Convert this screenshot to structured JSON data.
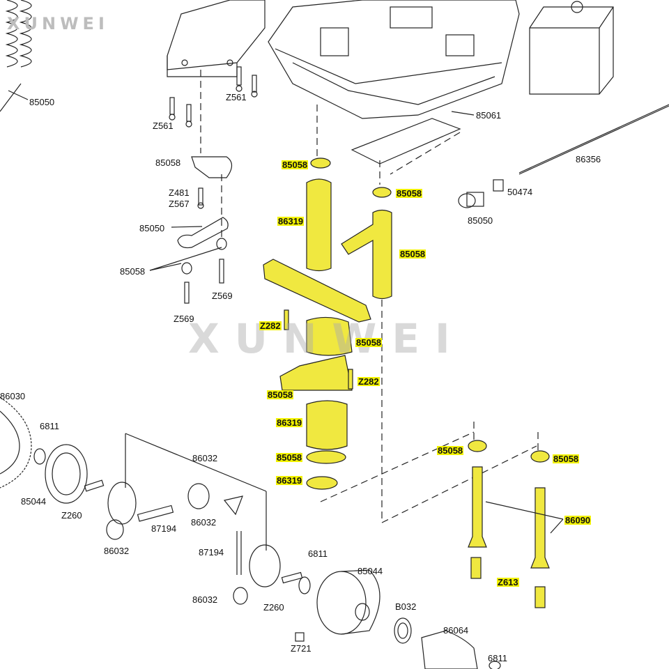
{
  "brand": {
    "logo_text": "XUNWEI",
    "watermark_text": "XUNWEI"
  },
  "colors": {
    "highlight": "#f2f200",
    "part_fill": "#f0e840",
    "line": "#222222"
  },
  "parts": [
    {
      "id": "p1",
      "text": "85050",
      "hl": false
    },
    {
      "id": "p2",
      "text": "Z561",
      "hl": false
    },
    {
      "id": "p3",
      "text": "Z561",
      "hl": false
    },
    {
      "id": "p4",
      "text": "85061",
      "hl": false
    },
    {
      "id": "p5",
      "text": "85058",
      "hl": false
    },
    {
      "id": "p6",
      "text": "Z481",
      "hl": false
    },
    {
      "id": "p7",
      "text": "Z567",
      "hl": false
    },
    {
      "id": "p8",
      "text": "85050",
      "hl": false
    },
    {
      "id": "p9",
      "text": "85058",
      "hl": false
    },
    {
      "id": "p10",
      "text": "Z569",
      "hl": false
    },
    {
      "id": "p11",
      "text": "Z569",
      "hl": false
    },
    {
      "id": "p12",
      "text": "85058",
      "hl": true
    },
    {
      "id": "p13",
      "text": "85058",
      "hl": true
    },
    {
      "id": "p14",
      "text": "86319",
      "hl": true
    },
    {
      "id": "p15",
      "text": "85058",
      "hl": true
    },
    {
      "id": "p16",
      "text": "Z282",
      "hl": true
    },
    {
      "id": "p17",
      "text": "85058",
      "hl": true
    },
    {
      "id": "p18",
      "text": "Z282",
      "hl": true
    },
    {
      "id": "p19",
      "text": "85058",
      "hl": true
    },
    {
      "id": "p20",
      "text": "86319",
      "hl": true
    },
    {
      "id": "p21",
      "text": "85058",
      "hl": true
    },
    {
      "id": "p22",
      "text": "86319",
      "hl": true
    },
    {
      "id": "p23",
      "text": "86356",
      "hl": false
    },
    {
      "id": "p24",
      "text": "50474",
      "hl": false
    },
    {
      "id": "p25",
      "text": "85050",
      "hl": false
    },
    {
      "id": "p26",
      "text": "86030",
      "hl": false
    },
    {
      "id": "p27",
      "text": "6811",
      "hl": false
    },
    {
      "id": "p28",
      "text": "86032",
      "hl": false
    },
    {
      "id": "p29",
      "text": "85044",
      "hl": false
    },
    {
      "id": "p30",
      "text": "Z260",
      "hl": false
    },
    {
      "id": "p31",
      "text": "87194",
      "hl": false
    },
    {
      "id": "p32",
      "text": "86032",
      "hl": false
    },
    {
      "id": "p33",
      "text": "86032",
      "hl": false
    },
    {
      "id": "p34",
      "text": "87194",
      "hl": false
    },
    {
      "id": "p35",
      "text": "86032",
      "hl": false
    },
    {
      "id": "p36",
      "text": "6811",
      "hl": false
    },
    {
      "id": "p37",
      "text": "Z260",
      "hl": false
    },
    {
      "id": "p38",
      "text": "85044",
      "hl": false
    },
    {
      "id": "p39",
      "text": "B032",
      "hl": false
    },
    {
      "id": "p40",
      "text": "Z721",
      "hl": false
    },
    {
      "id": "p41",
      "text": "86064",
      "hl": false
    },
    {
      "id": "p42",
      "text": "6811",
      "hl": false
    },
    {
      "id": "p43",
      "text": "85058",
      "hl": true
    },
    {
      "id": "p44",
      "text": "85058",
      "hl": true
    },
    {
      "id": "p45",
      "text": "86090",
      "hl": true
    },
    {
      "id": "p46",
      "text": "Z613",
      "hl": true
    }
  ]
}
